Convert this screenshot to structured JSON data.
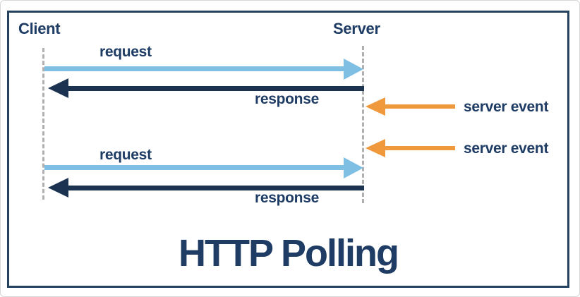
{
  "diagram": {
    "title": "HTTP Polling",
    "actors": {
      "client": {
        "label": "Client"
      },
      "server": {
        "label": "Server"
      }
    },
    "messages": [
      {
        "label": "request",
        "from": "client",
        "to": "server",
        "color_key": "request_blue"
      },
      {
        "label": "response",
        "from": "server",
        "to": "client",
        "color_key": "response_navy"
      },
      {
        "label": "server event",
        "from": "external",
        "to": "server",
        "color_key": "event_orange"
      },
      {
        "label": "server event",
        "from": "external",
        "to": "server",
        "color_key": "event_orange"
      },
      {
        "label": "request",
        "from": "client",
        "to": "server",
        "color_key": "request_blue"
      },
      {
        "label": "response",
        "from": "server",
        "to": "client",
        "color_key": "response_navy"
      }
    ],
    "colors": {
      "request_blue": "#7fbfe4",
      "response_navy": "#1b3350",
      "event_orange": "#f0993c",
      "heading_navy": "#1e3c64",
      "frame_border": "#24415f",
      "lifeline_gray": "#b0b0b0"
    }
  }
}
